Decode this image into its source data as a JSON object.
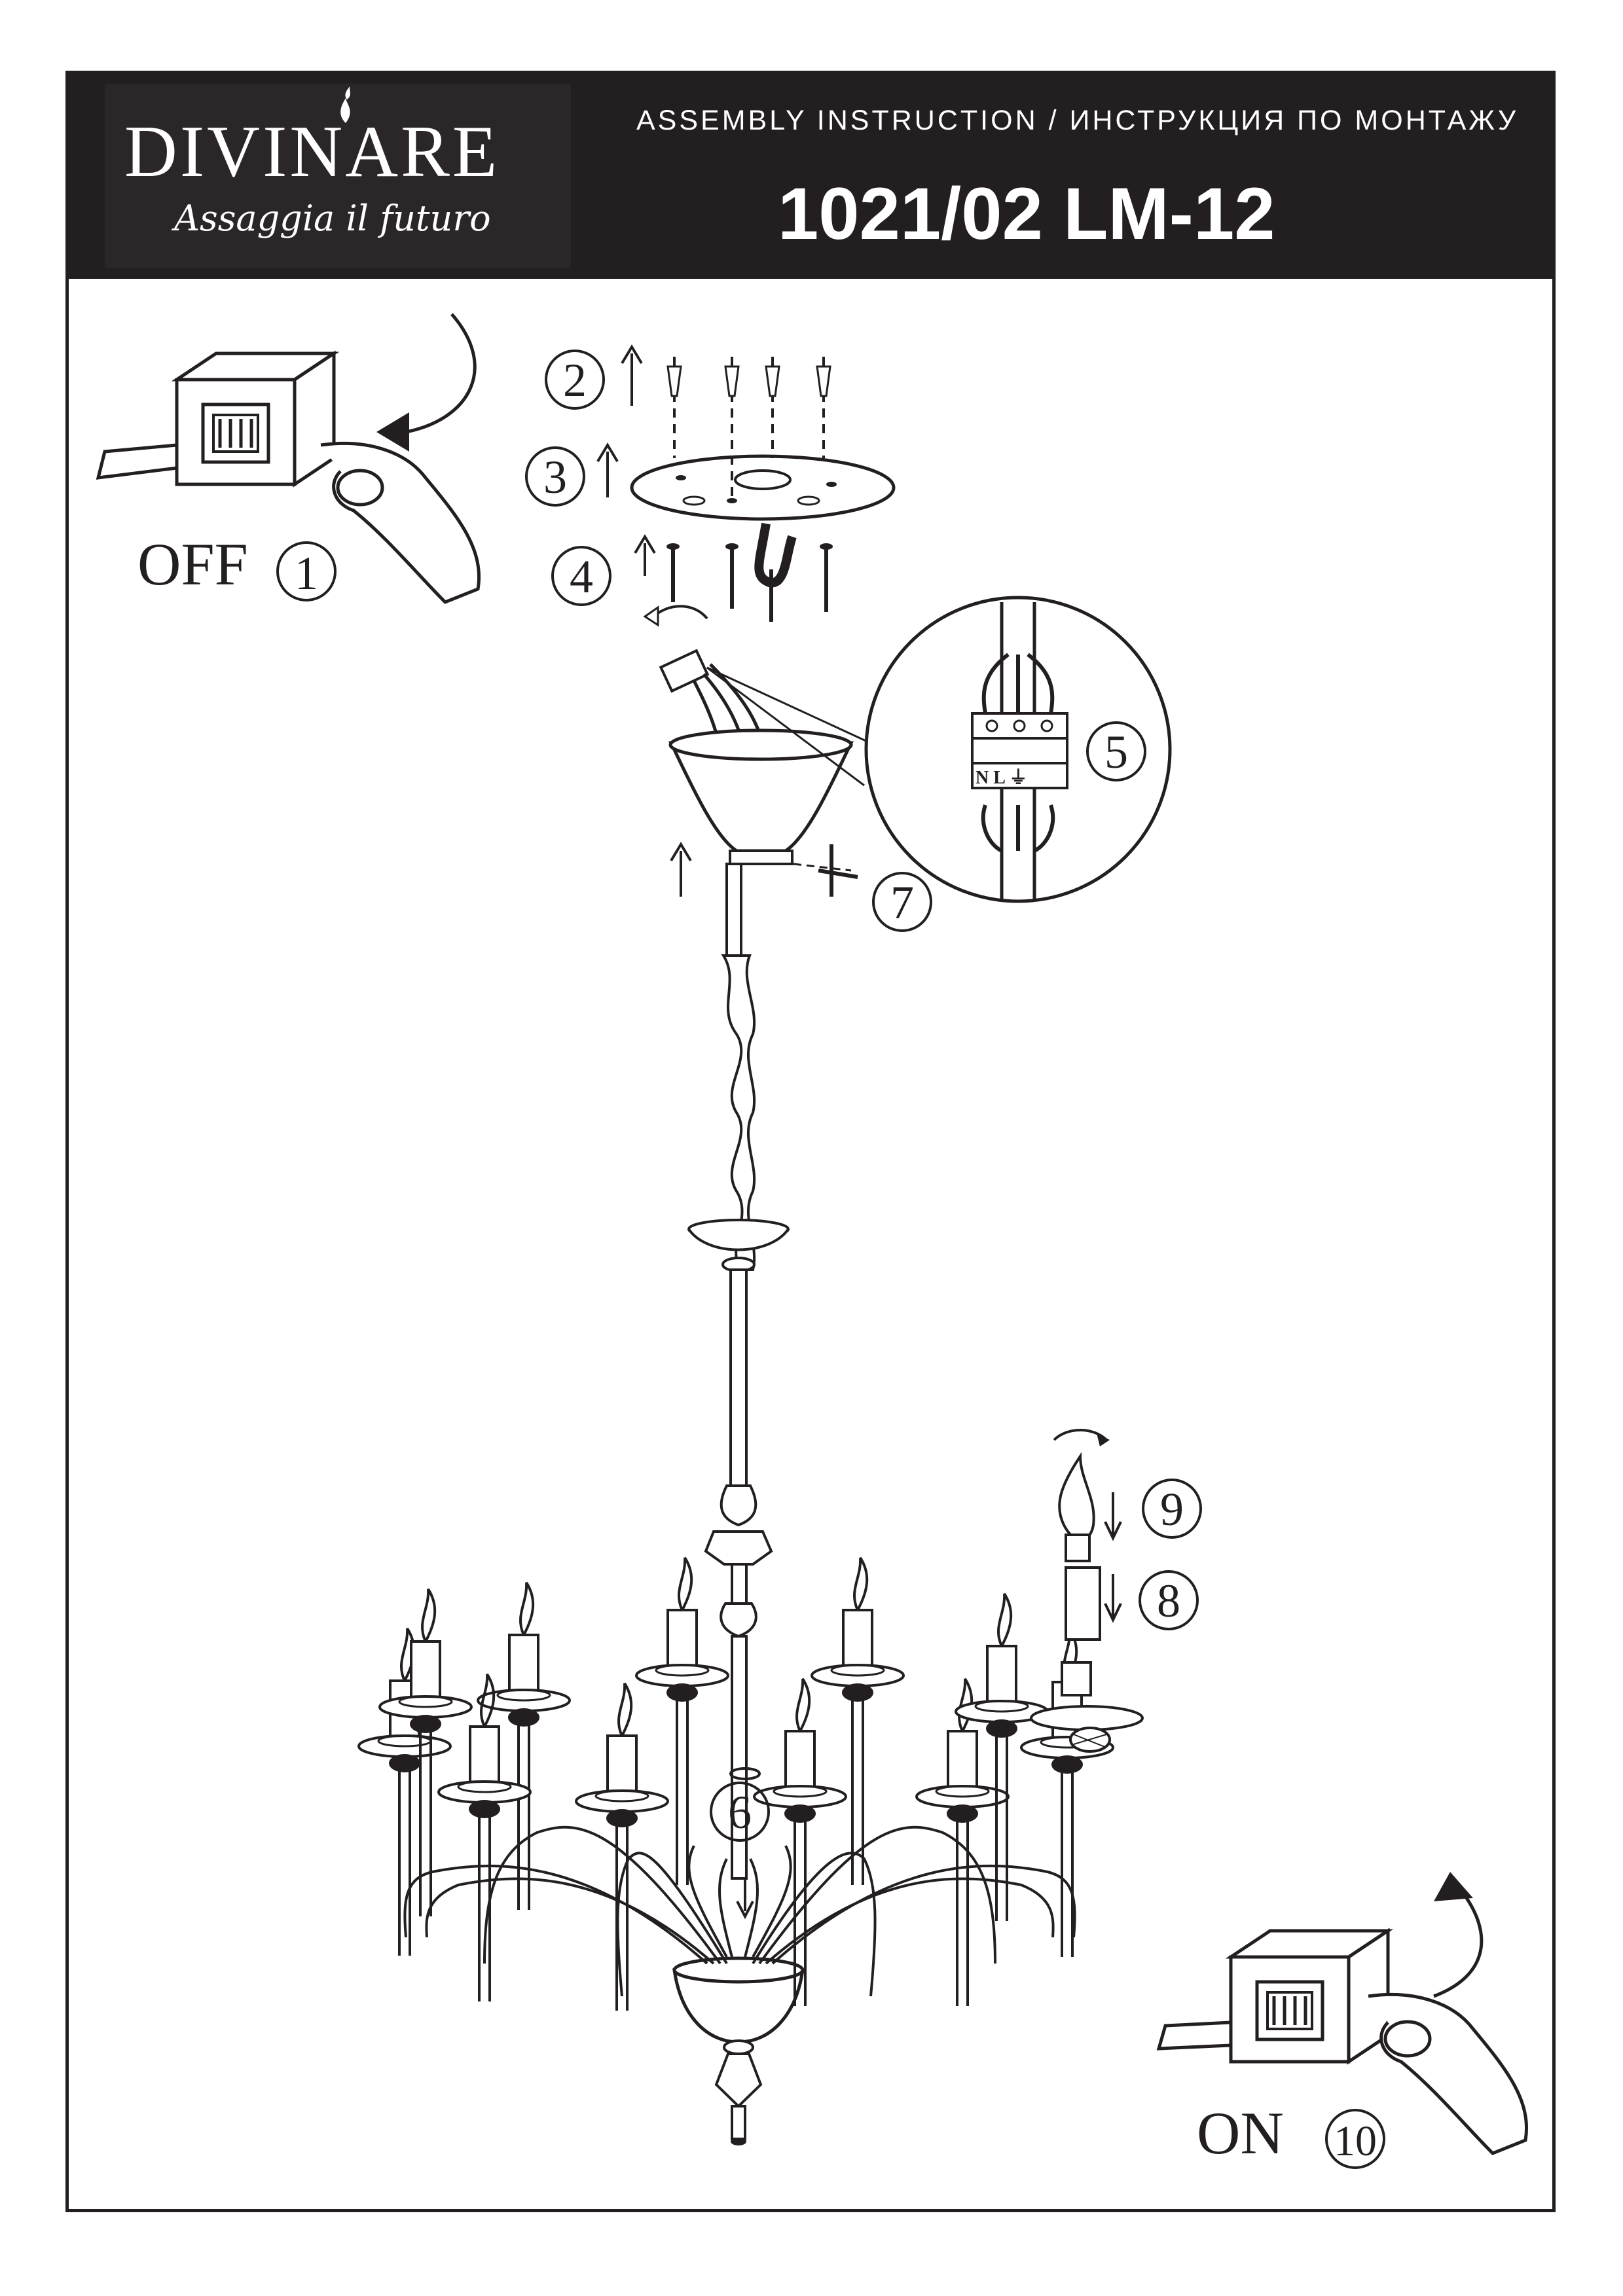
{
  "header": {
    "brand": "DIVINARE",
    "tagline": "Assaggia il futuro",
    "subtitle": "ASSEMBLY INSTRUCTION / ИНСТРУКЦИЯ ПО МОНТАЖУ",
    "model": "1021/02 LM-12"
  },
  "labels": {
    "off": "OFF",
    "on": "ON",
    "terminal": "N L ⏚"
  },
  "steps": [
    "1",
    "2",
    "3",
    "4",
    "5",
    "6",
    "7",
    "8",
    "9",
    "10"
  ]
}
